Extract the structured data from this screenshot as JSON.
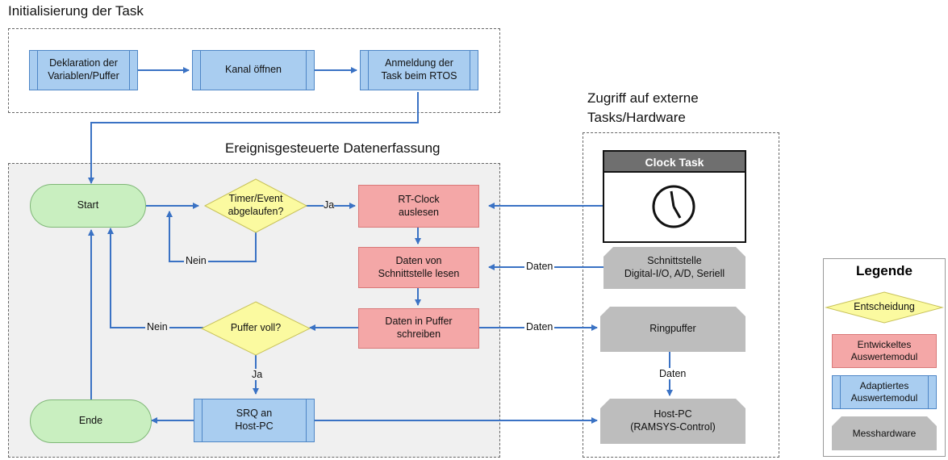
{
  "sections": {
    "init_title": "Initialisierung der Task",
    "event_title": "Ereignisgesteuerte Datenerfassung",
    "external_title_line1": "Zugriff auf externe",
    "external_title_line2": "Tasks/Hardware"
  },
  "init": {
    "decl": [
      "Deklaration der",
      "Variablen/Puffer"
    ],
    "channel": [
      "Kanal öffnen"
    ],
    "register": [
      "Anmeldung der",
      "Task beim RTOS"
    ]
  },
  "flow": {
    "start": "Start",
    "end": "Ende",
    "timer_decision": [
      "Timer/Event",
      "abgelaufen?"
    ],
    "rtclock": [
      "RT-Clock",
      "auslesen"
    ],
    "read_iface": [
      "Daten von",
      "Schnittstelle lesen"
    ],
    "write_buffer": [
      "Daten in Puffer",
      "schreiben"
    ],
    "buffer_decision": [
      "Puffer voll?"
    ],
    "srq": [
      "SRQ an",
      "Host-PC"
    ],
    "label_ja_1": "Ja",
    "label_nein_1": "Nein",
    "label_nein_2": "Nein",
    "label_ja_2": "Ja",
    "label_daten_1": "Daten",
    "label_daten_2": "Daten",
    "label_daten_3": "Daten"
  },
  "external": {
    "clock_task": "Clock Task",
    "interface": [
      "Schnittstelle",
      "Digital-I/O, A/D, Seriell"
    ],
    "ringbuffer": [
      "Ringpuffer"
    ],
    "hostpc": [
      "Host-PC",
      "(RAMSYS-Control)"
    ]
  },
  "legend": {
    "title": "Legende",
    "decision": "Entscheidung",
    "developed": [
      "Entwickeltes",
      "Auswertemodul"
    ],
    "adapted": [
      "Adaptiertes",
      "Auswertemodul"
    ],
    "hardware": [
      "Messhardware"
    ]
  },
  "colors": {
    "blue_fill": "#a9cdf0",
    "red_fill": "#f4a7a7",
    "grey_fill": "#bdbdbd",
    "green_fill": "#c9efc0",
    "yellow_fill": "#fbfaa0",
    "connector": "#3a72c4"
  }
}
